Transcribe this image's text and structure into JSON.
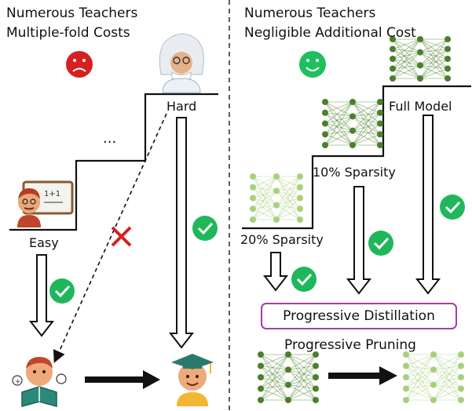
{
  "left_panel": {
    "title_line1": "Numerous Teachers",
    "title_line2": "Multiple-fold Costs",
    "ellipsis": "...",
    "easy_label": "Easy",
    "hard_label": "Hard",
    "sentiment_icon": "sad-face-icon",
    "sentiment_color": "#d62020"
  },
  "right_panel": {
    "title_line1": "Numerous Teachers",
    "title_line2": "Negligible Additional Cost",
    "sparsity_20": "20% Sparsity",
    "sparsity_10": "10% Sparsity",
    "full_model": "Full Model",
    "distillation_box": "Progressive Distillation",
    "pruning_label": "Progressive Pruning",
    "sentiment_icon": "happy-face-icon",
    "sentiment_color": "#1fbf5f"
  },
  "colors": {
    "check": "#20b75c",
    "cross": "#d62020",
    "network_dark": "#4b7f2c",
    "network_light": "#a7d07d",
    "box_border": "#a3419a"
  }
}
